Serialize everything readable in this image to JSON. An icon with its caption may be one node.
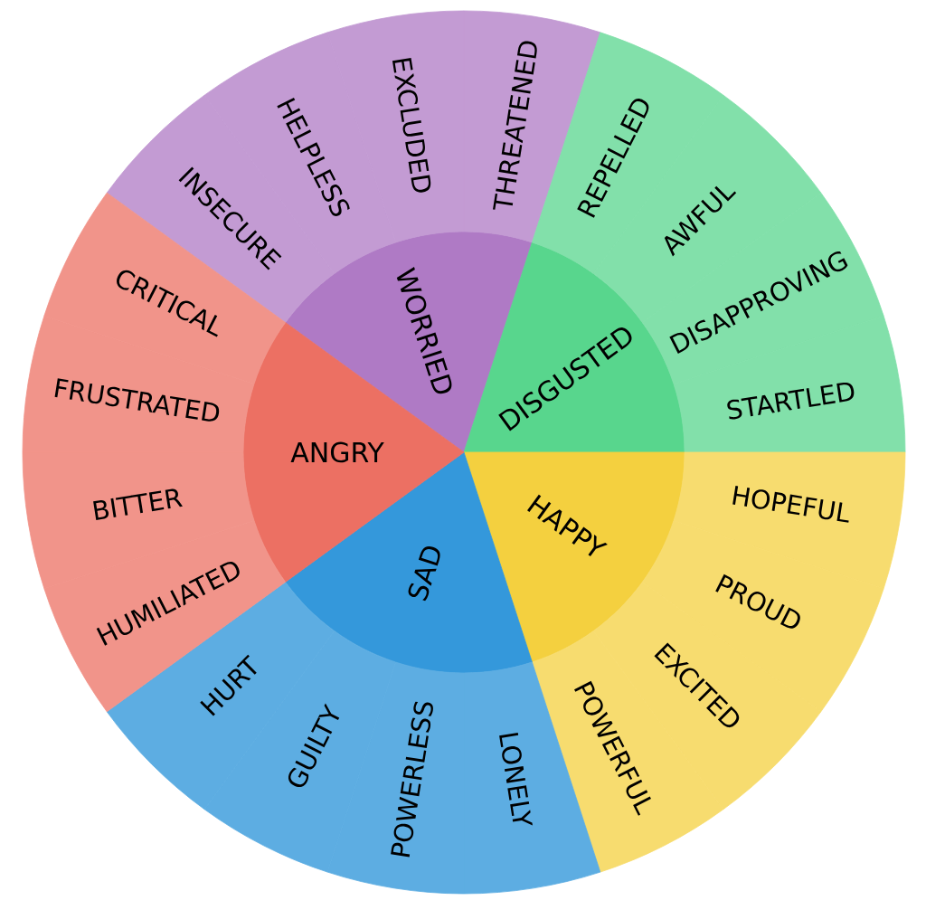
{
  "diagram": {
    "nodes": [
      {
        "text": [
          "WORRIED"
        ]
      },
      {
        "text": [
          "INSECURE"
        ]
      },
      {
        "text": [
          "HELPLESS"
        ]
      },
      {
        "text": [
          "EXCLUDED"
        ]
      },
      {
        "text": [
          "THREATENED"
        ]
      },
      {
        "text": [
          "DISGUSTED"
        ]
      },
      {
        "text": [
          "REPELLED"
        ]
      },
      {
        "text": [
          "AWFUL"
        ]
      },
      {
        "text": [
          "DISAPPROVING"
        ]
      },
      {
        "text": [
          "STARTLED"
        ]
      },
      {
        "text": [
          "HAPPY"
        ]
      },
      {
        "text": [
          "HOPEFUL"
        ]
      },
      {
        "text": [
          "PROUD"
        ]
      },
      {
        "text": [
          "EXCITED"
        ]
      },
      {
        "text": [
          "POWERFUL"
        ]
      },
      {
        "text": [
          "SAD"
        ]
      },
      {
        "text": [
          "LONELY"
        ]
      },
      {
        "text": [
          "POWERLESS"
        ]
      },
      {
        "text": [
          "GUILTY"
        ]
      },
      {
        "text": [
          "HURT"
        ]
      },
      {
        "text": [
          "ANGRY"
        ]
      },
      {
        "text": [
          "HUMILIATED"
        ]
      },
      {
        "text": [
          "BITTER"
        ]
      },
      {
        "text": [
          "FRUSTRATED"
        ]
      },
      {
        "text": [
          "CRITICAL"
        ]
      }
    ]
  }
}
